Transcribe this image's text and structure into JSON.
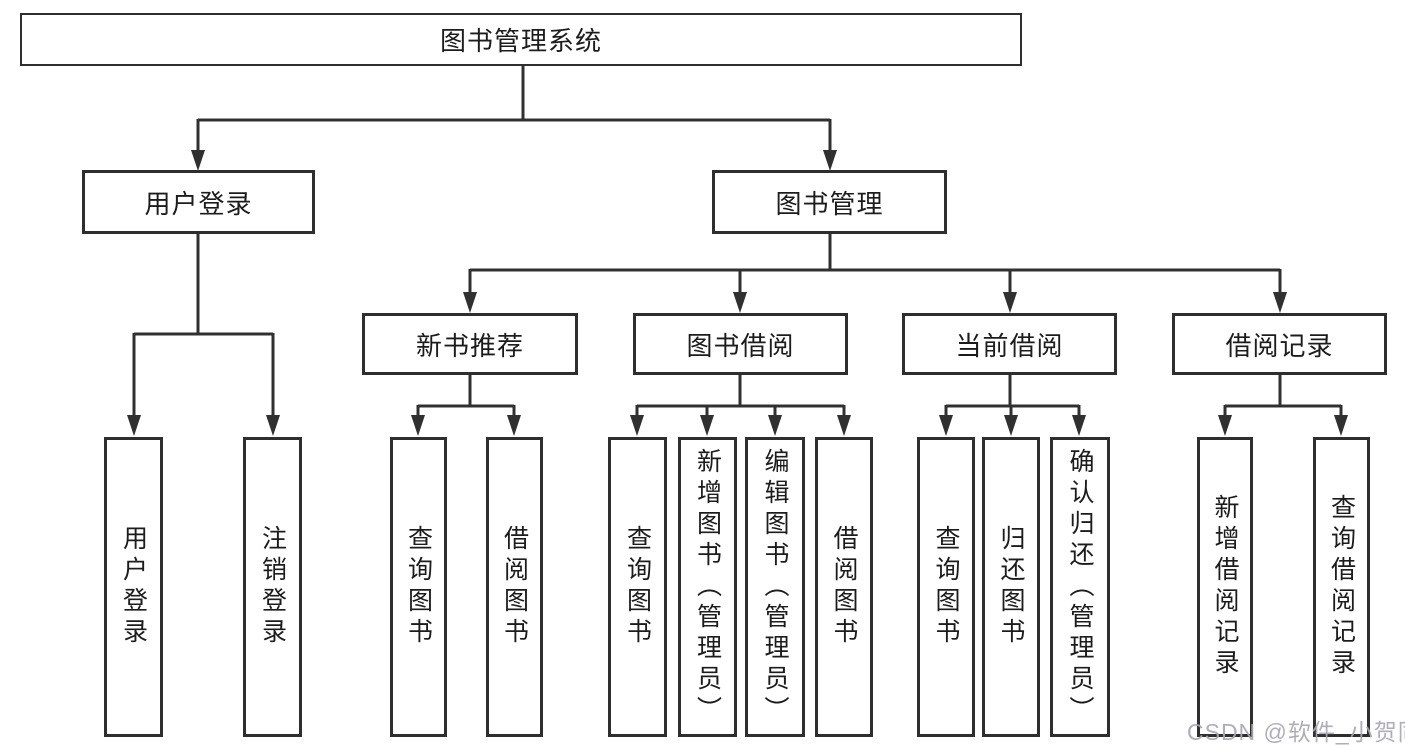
{
  "diagram": {
    "root": {
      "label": "图书管理系统",
      "children": [
        {
          "label": "用户登录",
          "children": [
            {
              "label": "用户登录"
            },
            {
              "label": "注销登录"
            }
          ]
        },
        {
          "label": "图书管理",
          "children": [
            {
              "label": "新书推荐",
              "children": [
                {
                  "label": "查询图书"
                },
                {
                  "label": "借阅图书"
                }
              ]
            },
            {
              "label": "图书借阅",
              "children": [
                {
                  "label": "查询图书"
                },
                {
                  "label": "新增图书（管理员）"
                },
                {
                  "label": "编辑图书（管理员）"
                },
                {
                  "label": "借阅图书"
                }
              ]
            },
            {
              "label": "当前借阅",
              "children": [
                {
                  "label": "查询图书"
                },
                {
                  "label": "归还图书"
                },
                {
                  "label": "确认归还（管理员）"
                }
              ]
            },
            {
              "label": "借阅记录",
              "children": [
                {
                  "label": "新增借阅记录"
                },
                {
                  "label": "查询借阅记录"
                }
              ]
            }
          ]
        }
      ]
    }
  },
  "watermark": {
    "text": "CSDN @软件_小贺同学"
  },
  "colors": {
    "line": "#303030",
    "box_border": "#2e2e2e",
    "text": "#1c1c1c",
    "watermark": "#a8a8b2",
    "background": "#ffffff"
  }
}
